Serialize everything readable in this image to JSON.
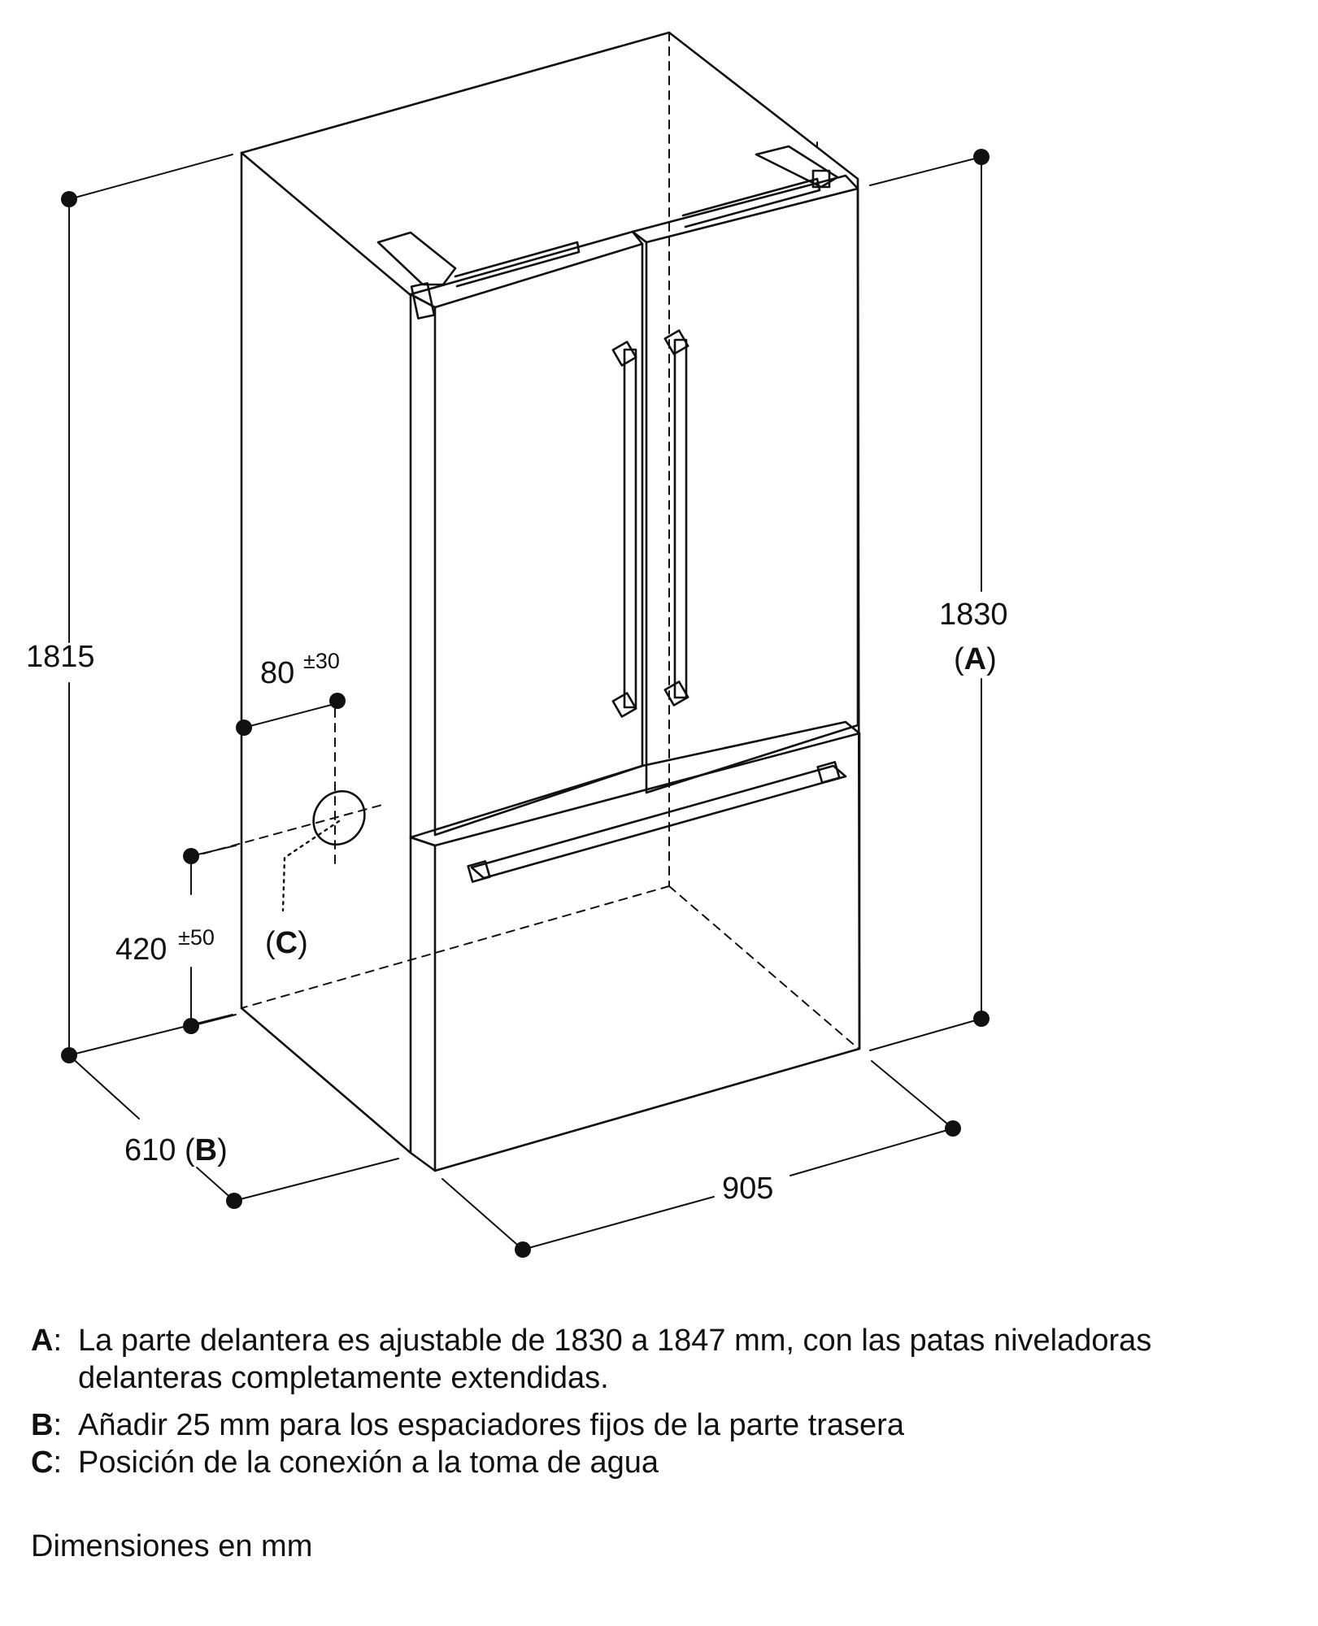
{
  "dimensions": {
    "overall_height_back": "1815",
    "front_height": "1830",
    "front_height_ref": "A",
    "depth": "610",
    "depth_ref": "B",
    "width": "905",
    "water_side_offset": "80",
    "water_side_tolerance": "±30",
    "water_height": "420",
    "water_height_tolerance": "±50",
    "water_ref": "C"
  },
  "notes": [
    {
      "key": "A",
      "sep": ":",
      "text": "La parte delantera es ajustable de 1830 a 1847 mm, con las patas niveladoras delanteras completamente extendidas."
    },
    {
      "key": "B",
      "sep": ":",
      "text": "Añadir 25 mm para los espaciadores fijos de la parte trasera"
    },
    {
      "key": "C",
      "sep": ":",
      "text": "Posición de la conexión a la toma de agua"
    }
  ],
  "footnote": "Dimensiones en mm"
}
